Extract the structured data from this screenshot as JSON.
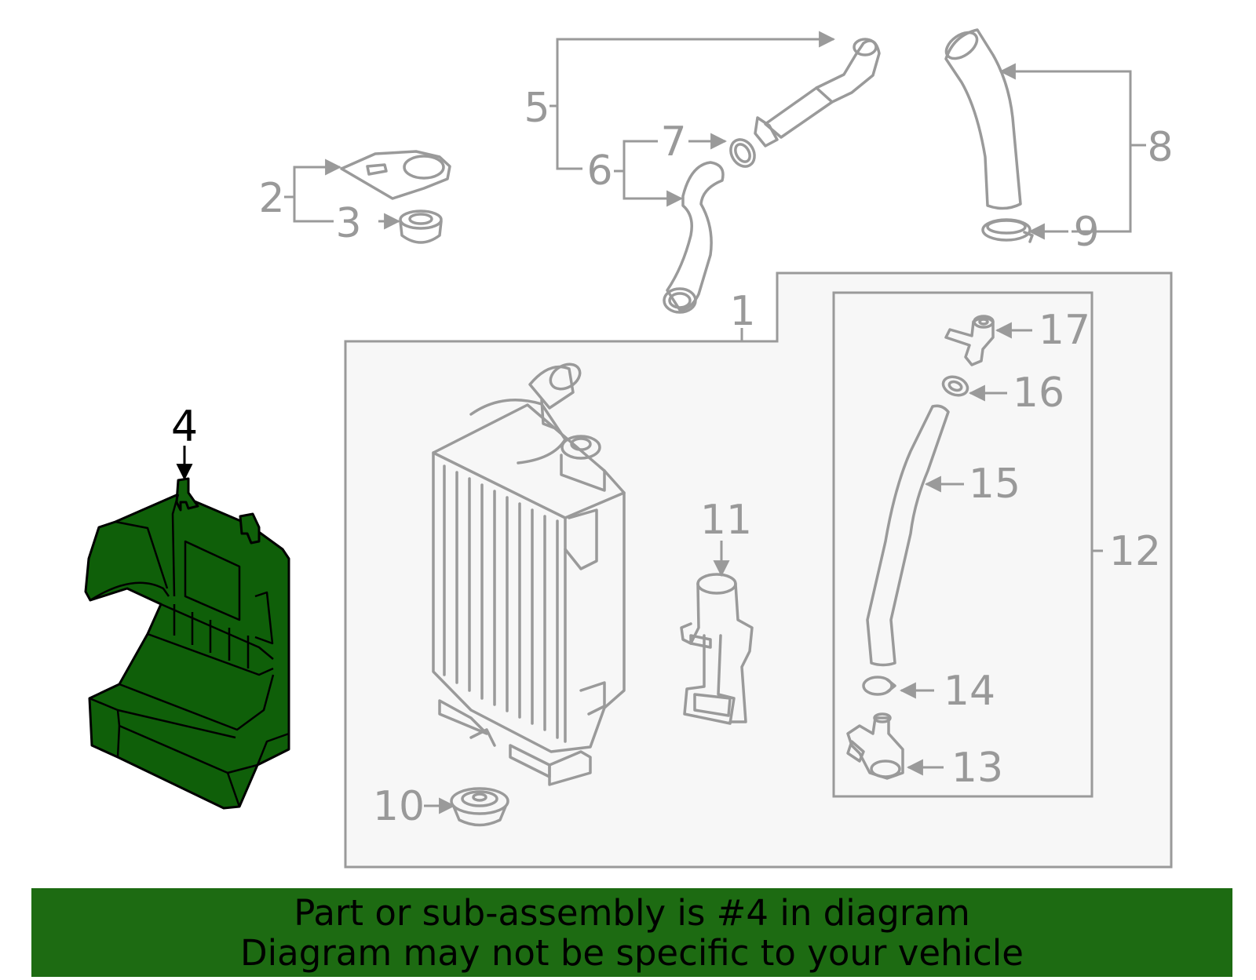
{
  "diagram": {
    "highlighted_part": "4",
    "callouts": {
      "c1": "1",
      "c2": "2",
      "c3": "3",
      "c4": "4",
      "c5": "5",
      "c6": "6",
      "c7": "7",
      "c8": "8",
      "c9": "9",
      "c10": "10",
      "c11": "11",
      "c12": "12",
      "c13": "13",
      "c14": "14",
      "c15": "15",
      "c16": "16",
      "c17": "17"
    }
  },
  "colors": {
    "highlight": "#0f5f09",
    "banner": "#1d6b12",
    "line": "#9a9a9a"
  },
  "banner": {
    "line1": "Part or sub-assembly is #4 in diagram",
    "line2": "Diagram may not be specific to your vehicle"
  }
}
